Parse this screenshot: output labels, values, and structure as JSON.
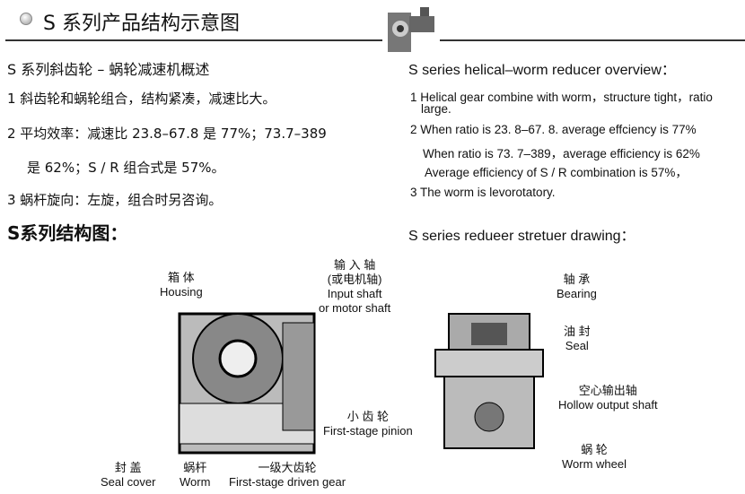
{
  "header": {
    "title": "S 系列产品结构示意图"
  },
  "cn": {
    "heading": "S 系列斜齿轮 – 蜗轮减速机概述",
    "items": [
      "1  斜齿轮和蜗轮组合，结构紧凑，减速比大。",
      "2  平均效率：减速比 23.8–67.8 是 77%；73.7–389",
      "是 62%；S / R 组合式是 57%。",
      "3  蜗杆旋向：左旋，组合时另咨询。"
    ],
    "drawing_heading": "S系列结构图："
  },
  "en": {
    "heading": "S series helical–worm reducer overview：",
    "items": [
      "1 Helical gear combine with worm，structure tight，ratio",
      "large.",
      "2 When ratio is 23.  8–67.  8.  average effciency is 77%",
      "When ratio is 73.  7–389，average efficiency is 62%",
      "Average efficiency of S / R combination is 57%，",
      "3 The worm is levorotatory."
    ],
    "drawing_heading": "S series redueer stretuer drawing："
  },
  "labels": {
    "housing": [
      "箱  体",
      "Housing"
    ],
    "input": [
      "输 入 轴",
      "(或电机轴)",
      "Input shaft",
      "or motor shaft"
    ],
    "pinion": [
      "小  齿  轮",
      "First-stage pinion"
    ],
    "cover": [
      "封    盖",
      "Seal cover"
    ],
    "worm": [
      "蜗杆",
      "Worm"
    ],
    "driven": [
      "一级大齿轮",
      "First-stage driven gear"
    ],
    "bearing": [
      "轴  承",
      "Bearing"
    ],
    "seal": [
      "油  封",
      "Seal"
    ],
    "hollow": [
      "空心输出轴",
      "Hollow output shaft"
    ],
    "wheel": [
      "蜗  轮",
      "Worm wheel"
    ]
  }
}
